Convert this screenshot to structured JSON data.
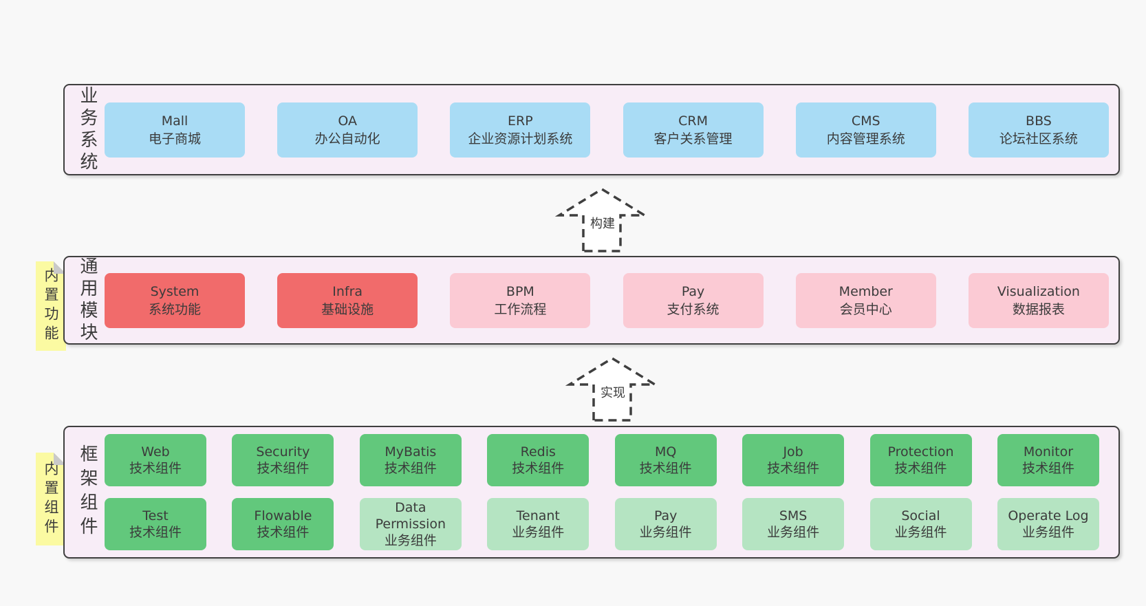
{
  "palette": {
    "bg": "#f8f8f8",
    "container": "#f8edf7",
    "border": "#3f3f3f",
    "text": "#3b3b3b",
    "blue": "#a9dcf5",
    "red": "#f16b6b",
    "pink": "#fbcad4",
    "green": "#62c87c",
    "lightgreen": "#b5e4c2",
    "yellow": "#fbfaa2",
    "fold": "#c9c9c9",
    "arrow": "#3f3f3f",
    "arrow_fill": "#ffffff"
  },
  "layers": {
    "business": {
      "side_label": "业务系统",
      "boxes": [
        {
          "name": "Mall",
          "desc": "电子商城"
        },
        {
          "name": "OA",
          "desc": "办公自动化"
        },
        {
          "name": "ERP",
          "desc": "企业资源计划系统"
        },
        {
          "name": "CRM",
          "desc": "客户关系管理"
        },
        {
          "name": "CMS",
          "desc": "内容管理系统"
        },
        {
          "name": "BBS",
          "desc": "论坛社区系统"
        }
      ]
    },
    "modules": {
      "side_label": "通用模块",
      "sticky_note": "内置功能",
      "boxes": [
        {
          "name": "System",
          "desc": "系统功能"
        },
        {
          "name": "Infra",
          "desc": "基础设施"
        },
        {
          "name": "BPM",
          "desc": "工作流程"
        },
        {
          "name": "Pay",
          "desc": "支付系统"
        },
        {
          "name": "Member",
          "desc": "会员中心"
        },
        {
          "name": "Visualization",
          "desc": "数据报表"
        }
      ]
    },
    "components": {
      "side_label": "框架组件",
      "sticky_note": "内置组件",
      "row1": [
        {
          "name": "Web",
          "desc": "技术组件"
        },
        {
          "name": "Security",
          "desc": "技术组件"
        },
        {
          "name": "MyBatis",
          "desc": "技术组件"
        },
        {
          "name": "Redis",
          "desc": "技术组件"
        },
        {
          "name": "MQ",
          "desc": "技术组件"
        },
        {
          "name": "Job",
          "desc": "技术组件"
        },
        {
          "name": "Protection",
          "desc": "技术组件"
        },
        {
          "name": "Monitor",
          "desc": "技术组件"
        }
      ],
      "row2": [
        {
          "name": "Test",
          "desc": "技术组件"
        },
        {
          "name": "Flowable",
          "desc": "技术组件"
        },
        {
          "name": "Data Permission",
          "desc": "业务组件"
        },
        {
          "name": "Tenant",
          "desc": "业务组件"
        },
        {
          "name": "Pay",
          "desc": "业务组件"
        },
        {
          "name": "SMS",
          "desc": "业务组件"
        },
        {
          "name": "Social",
          "desc": "业务组件"
        },
        {
          "name": "Operate Log",
          "desc": "业务组件"
        }
      ]
    }
  },
  "arrows": {
    "build": "构建",
    "implement": "实现"
  }
}
